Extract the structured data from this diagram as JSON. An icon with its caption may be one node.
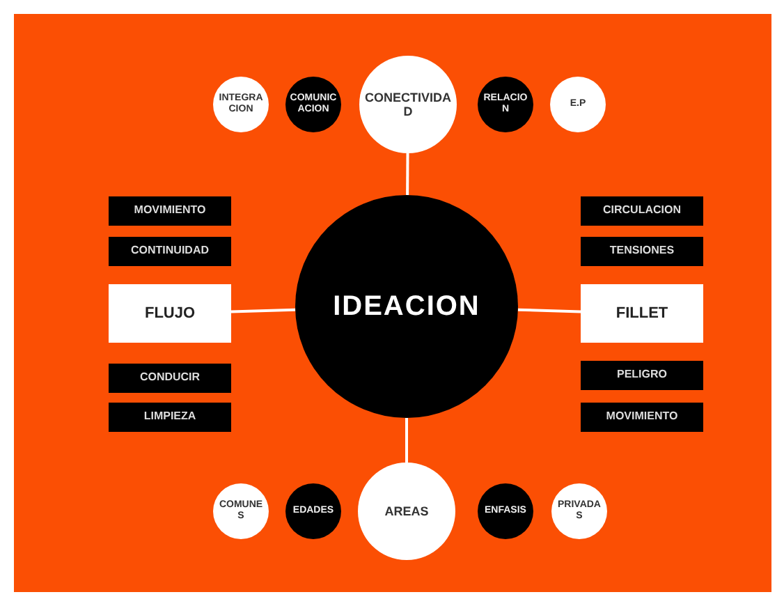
{
  "diagram": {
    "nodes": [
      {
        "text": [
          "INTEGRACION"
        ]
      },
      {
        "text": [
          "COMUNICACION"
        ]
      },
      {
        "text": [
          "CONECTIVIDAD"
        ]
      },
      {
        "text": [
          "RELACION"
        ]
      },
      {
        "text": [
          "E.P"
        ]
      },
      {
        "text": [
          "MOVIMIENTO"
        ]
      },
      {
        "text": [
          "CIRCULACION"
        ]
      },
      {
        "text": [
          "CONTINUIDAD"
        ]
      },
      {
        "text": [
          "TENSIONES"
        ]
      },
      {
        "text": [
          "FLUJO"
        ]
      },
      {
        "text": [
          "IDEACION"
        ]
      },
      {
        "text": [
          "FILLET"
        ]
      },
      {
        "text": [
          "CONDUCIR"
        ]
      },
      {
        "text": [
          "PELIGRO"
        ]
      },
      {
        "text": [
          "LIMPIEZA"
        ]
      },
      {
        "text": [
          "MOVIMIENTO"
        ]
      },
      {
        "text": [
          "COMUNES"
        ]
      },
      {
        "text": [
          "EDADES"
        ]
      },
      {
        "text": [
          "AREAS"
        ]
      },
      {
        "text": [
          "ENFASIS"
        ]
      },
      {
        "text": [
          "PRIVADAS"
        ]
      }
    ],
    "edges": [
      {
        "from": 10,
        "to": 2,
        "arrow": "none"
      },
      {
        "from": 10,
        "to": 9,
        "arrow": "none"
      },
      {
        "from": 10,
        "to": 11,
        "arrow": "none"
      },
      {
        "from": 10,
        "to": 18,
        "arrow": "none"
      }
    ]
  }
}
